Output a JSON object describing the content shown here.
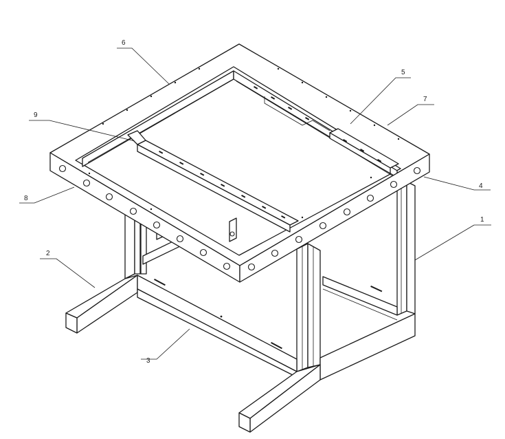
{
  "callouts": [
    "1",
    "2",
    "3",
    "4",
    "5",
    "6",
    "7",
    "8",
    "9"
  ],
  "colors": {
    "line": "#1a1a1a",
    "background": "#ffffff"
  }
}
